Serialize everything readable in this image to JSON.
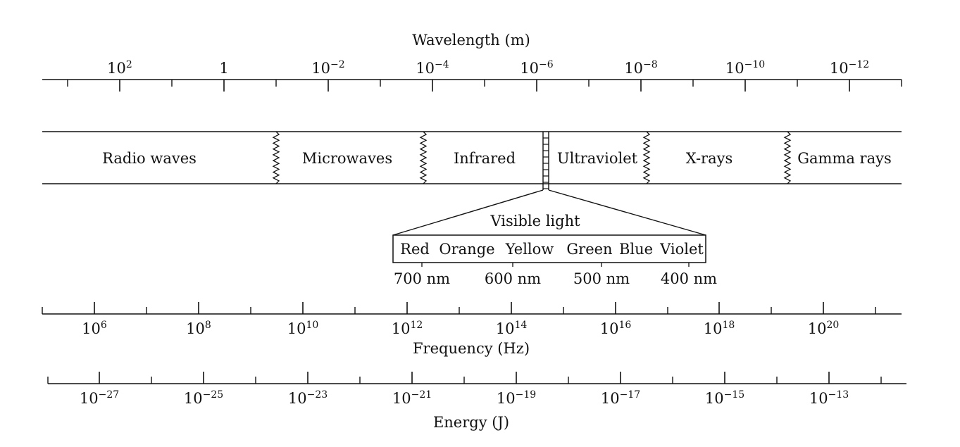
{
  "colors": {
    "ink": "#111111",
    "background": "#ffffff"
  },
  "wavelength_axis": {
    "title": "Wavelength (m)",
    "ticks": [
      {
        "base": "10",
        "exp": "2"
      },
      {
        "base": "1",
        "exp": ""
      },
      {
        "base": "10",
        "exp": "−2"
      },
      {
        "base": "10",
        "exp": "−4"
      },
      {
        "base": "10",
        "exp": "−6"
      },
      {
        "base": "10",
        "exp": "−8"
      },
      {
        "base": "10",
        "exp": "−10"
      },
      {
        "base": "10",
        "exp": "−12"
      }
    ]
  },
  "spectrum_bands": [
    "Radio waves",
    "Microwaves",
    "Infrared",
    "Ultraviolet",
    "X-rays",
    "Gamma rays"
  ],
  "visible_light": {
    "title": "Visible light",
    "colors": [
      "Red",
      "Orange",
      "Yellow",
      "Green",
      "Blue",
      "Violet"
    ],
    "wavelength_labels": [
      "700 nm",
      "600 nm",
      "500 nm",
      "400 nm"
    ]
  },
  "frequency_axis": {
    "title": "Frequency (Hz)",
    "ticks": [
      {
        "base": "10",
        "exp": "6"
      },
      {
        "base": "10",
        "exp": "8"
      },
      {
        "base": "10",
        "exp": "10"
      },
      {
        "base": "10",
        "exp": "12"
      },
      {
        "base": "10",
        "exp": "14"
      },
      {
        "base": "10",
        "exp": "16"
      },
      {
        "base": "10",
        "exp": "18"
      },
      {
        "base": "10",
        "exp": "20"
      }
    ]
  },
  "energy_axis": {
    "title": "Energy (J)",
    "ticks": [
      {
        "base": "10",
        "exp": "−27"
      },
      {
        "base": "10",
        "exp": "−25"
      },
      {
        "base": "10",
        "exp": "−23"
      },
      {
        "base": "10",
        "exp": "−21"
      },
      {
        "base": "10",
        "exp": "−19"
      },
      {
        "base": "10",
        "exp": "−17"
      },
      {
        "base": "10",
        "exp": "−15"
      },
      {
        "base": "10",
        "exp": "−13"
      }
    ]
  }
}
